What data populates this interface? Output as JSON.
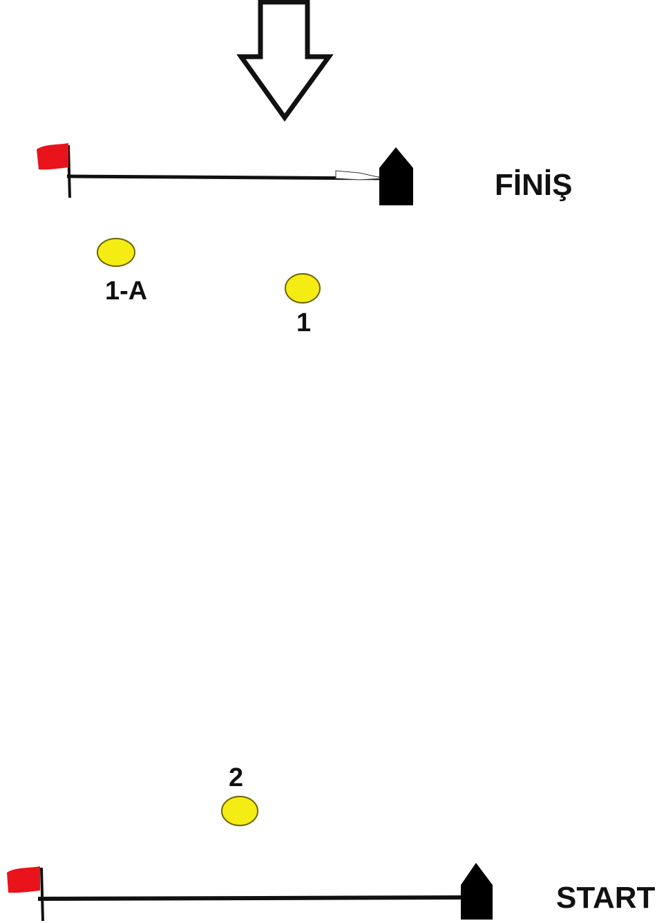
{
  "labels": {
    "finish": "FİNİŞ",
    "start": "START",
    "mark_1a": "1-A",
    "mark_1": "1",
    "mark_2": "2"
  },
  "colors": {
    "flag": "#e8131b",
    "mark": "#f5ec13",
    "mark_outline": "#6b6400",
    "line": "#111111",
    "committee_boat": "#000000",
    "background": "#ffffff"
  },
  "icons": {
    "wind_direction": "down-arrow-outline-icon",
    "flag": "flag-icon",
    "committee_boat": "boat-icon",
    "mark": "buoy-icon"
  }
}
